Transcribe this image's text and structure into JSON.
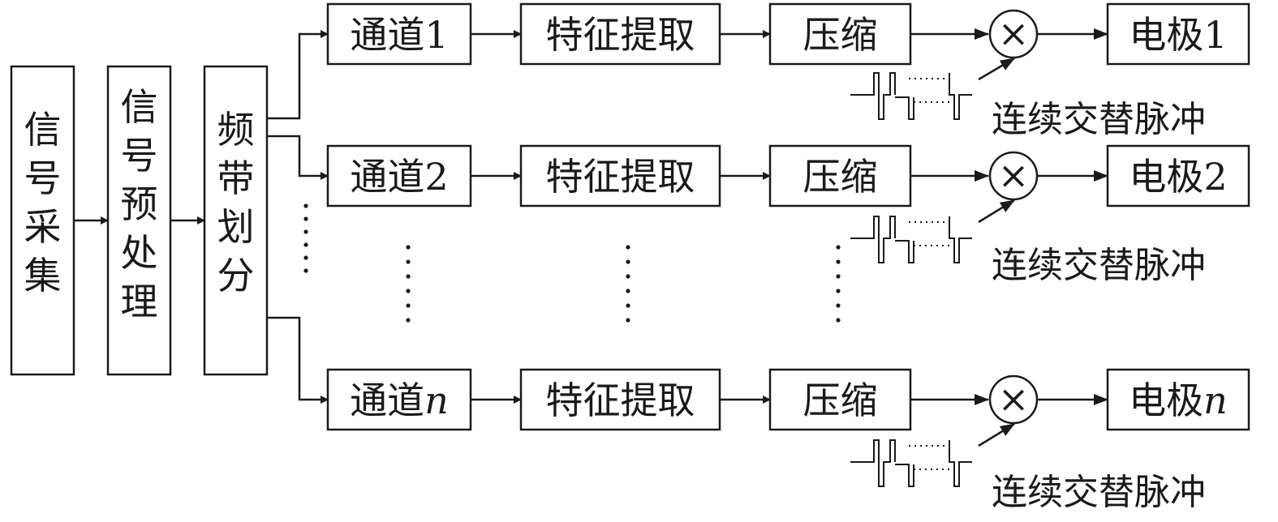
{
  "blocks": {
    "signal_acquisition": [
      "信",
      "号",
      "采",
      "集"
    ],
    "signal_preprocessing": [
      "信",
      "号",
      "预",
      "处",
      "理"
    ],
    "band_division": [
      "频",
      "带",
      "划",
      "分"
    ]
  },
  "channels": [
    {
      "channel_label": "通道",
      "channel_index": "1",
      "feature": "特征提取",
      "compress": "压缩",
      "multiplier": "×",
      "electrode_label": "电极",
      "electrode_index": "1",
      "pulse_label": "连续交替脉冲"
    },
    {
      "channel_label": "通道",
      "channel_index": "2",
      "feature": "特征提取",
      "compress": "压缩",
      "multiplier": "×",
      "electrode_label": "电极",
      "electrode_index": "2",
      "pulse_label": "连续交替脉冲"
    },
    {
      "channel_label": "通道",
      "channel_index": "n",
      "feature": "特征提取",
      "compress": "压缩",
      "multiplier": "×",
      "electrode_label": "电极",
      "electrode_index": "n",
      "pulse_label": "连续交替脉冲"
    }
  ]
}
